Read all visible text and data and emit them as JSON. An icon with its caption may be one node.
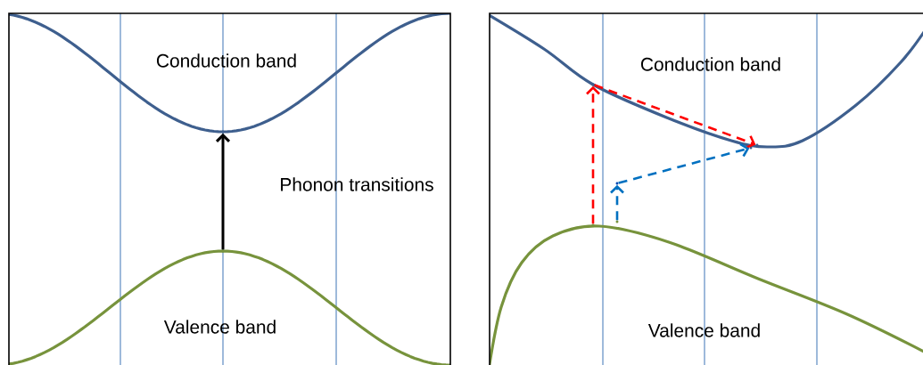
{
  "diagram": {
    "nodes": [
      {
        "text": [],
        "shape": "point"
      },
      {
        "text": [],
        "shape": "point"
      },
      {
        "text": [],
        "shape": "point"
      },
      {
        "text": [],
        "shape": "point"
      },
      {
        "text": [],
        "shape": "point"
      },
      {
        "text": [],
        "shape": "point"
      },
      {
        "text": [],
        "shape": "point"
      },
      {
        "text": [],
        "shape": "point"
      }
    ],
    "edges": [
      {
        "from": 0,
        "to": 1,
        "arrow": "to",
        "color": "#000000"
      },
      {
        "from": 2,
        "to": 3,
        "arrow": "to",
        "style": "dashed",
        "color": "#ff0000"
      },
      {
        "from": 3,
        "to": 4,
        "arrow": "to",
        "style": "dashed",
        "color": "#ff0000"
      },
      {
        "from": 5,
        "to": 6,
        "arrow": "to",
        "style": "dashed",
        "color": "#0070c0"
      },
      {
        "from": 6,
        "to": 7,
        "arrow": "to",
        "style": "dashed",
        "color": "#0070c0"
      }
    ],
    "labels": [
      "Conduction band",
      "Conduction band",
      "Phonon transitions",
      "Valence band",
      "Valence band"
    ]
  }
}
